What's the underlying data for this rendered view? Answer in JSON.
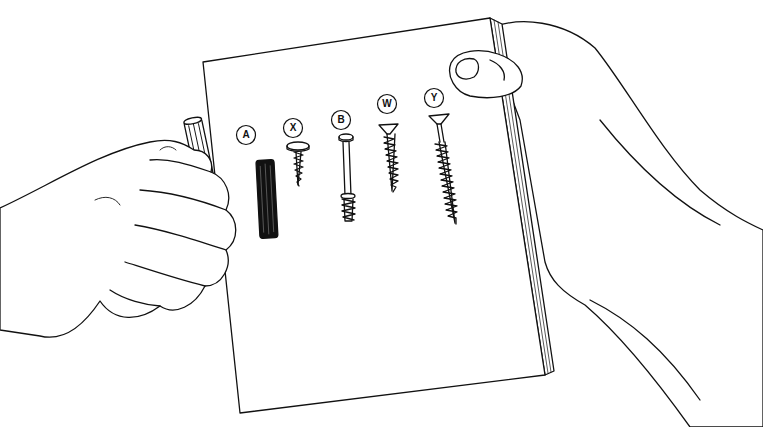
{
  "diagram": {
    "nodes": [
      {
        "text": [
          "A"
        ]
      },
      {
        "text": [
          "X"
        ]
      },
      {
        "text": [
          "B"
        ]
      },
      {
        "text": [
          "W"
        ]
      },
      {
        "text": [
          "Y"
        ]
      }
    ],
    "edges": []
  }
}
